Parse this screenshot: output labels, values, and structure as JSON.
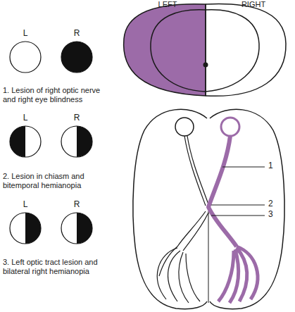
{
  "diagram": {
    "nodes": [
      {
        "text": [
          "L"
        ]
      },
      {
        "text": [
          "R"
        ]
      },
      {
        "text": [
          "L"
        ]
      },
      {
        "text": [
          "R"
        ]
      },
      {
        "text": [
          "L"
        ]
      },
      {
        "text": [
          "R"
        ]
      }
    ],
    "labels": [
      "LEFT",
      "RIGHT",
      "1. Lesion of right optic nerve and right eye blindness",
      "2. Lesion in chiasm and bitemporal hemianopia",
      "3. Left optic tract lesion and bilateral right hemianopia",
      "1",
      "2",
      "3"
    ]
  }
}
